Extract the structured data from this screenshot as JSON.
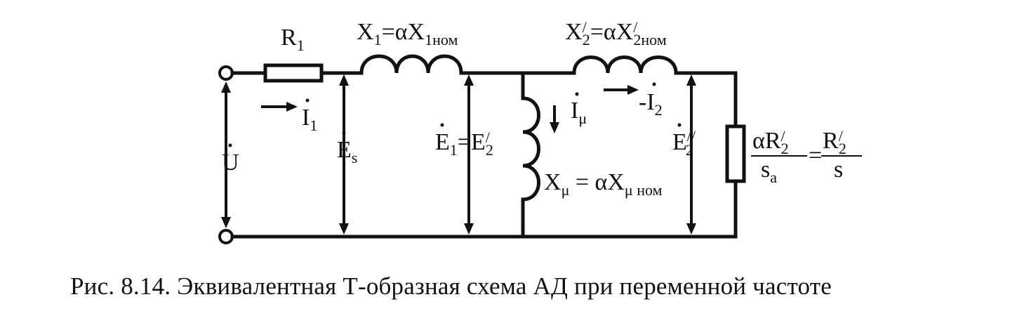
{
  "caption": "Рис. 8.14. Эквивалентная Т-образная схема АД при переменной частоте",
  "labels": {
    "r1": {
      "main": "R",
      "sub": "1"
    },
    "x1": {
      "lhs": "X",
      "lhs_sub": "1",
      "eq": "=αX",
      "rhs_sub": "1ном"
    },
    "x2": {
      "lhs": "X",
      "lhs_sup": "/",
      "lhs_sub": "2",
      "eq": "=αX",
      "rhs_sup": "/",
      "rhs_sub": "2ном"
    },
    "i1": {
      "main": "I",
      "sub": "1"
    },
    "u": {
      "main": "U"
    },
    "es": {
      "main": "E",
      "sub": "s"
    },
    "e1": {
      "lhs": "E",
      "lhs_sub": "1",
      "eq": "=E",
      "rhs_sup": "/",
      "rhs_sub": "2"
    },
    "imu": {
      "main": "I",
      "sub": "μ"
    },
    "i2": {
      "main": "-I",
      "sub": "2"
    },
    "xmu": {
      "lhs": "X",
      "lhs_sub": "μ",
      "eq": " = αX",
      "rhs_sub": "μ ном"
    },
    "e2": {
      "main": "E",
      "sup": "//",
      "sub": "2"
    },
    "load": {
      "num1": "αR",
      "num1_sup": "/",
      "num1_sub": "2",
      "den1": "s",
      "den1_sub": "a",
      "eq": "=",
      "num2": "R",
      "num2_sup": "/",
      "num2_sub": "2",
      "den2": "s"
    }
  }
}
